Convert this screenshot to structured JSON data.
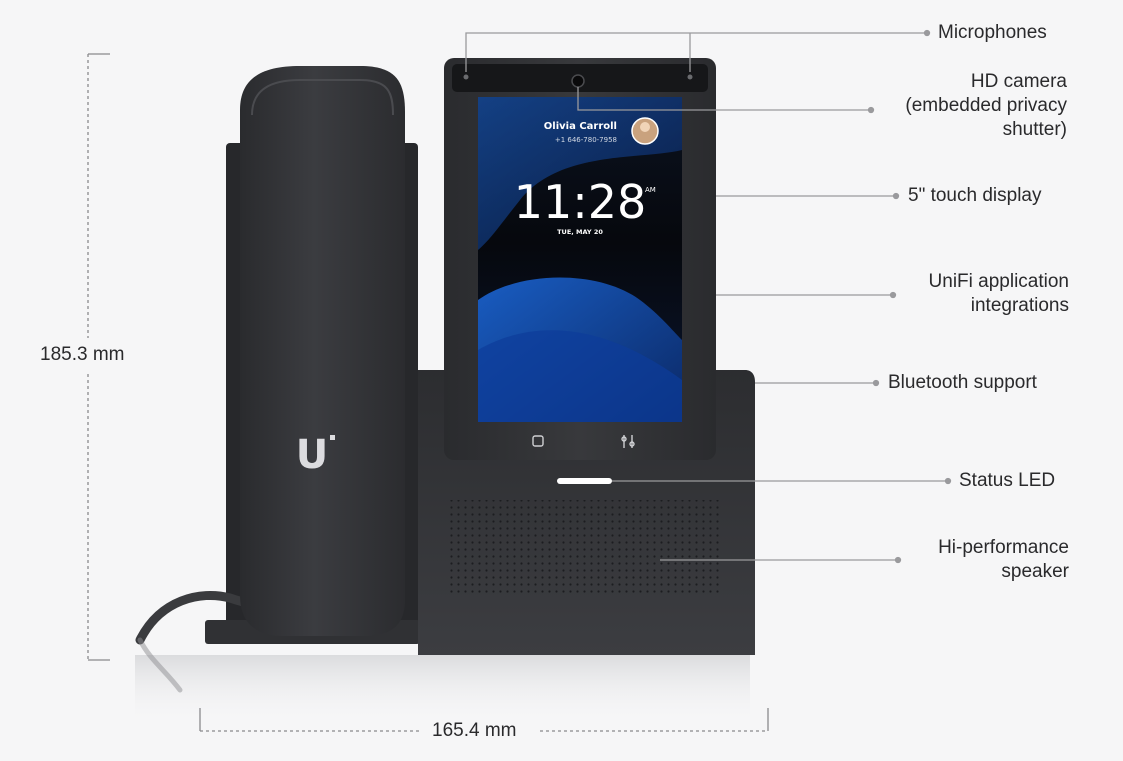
{
  "device": {
    "contact_name": "Olivia Carroll",
    "contact_phone": "+1 646-780-7958",
    "clock_time": "11:28",
    "clock_ampm": "AM",
    "clock_date": "TUE, MAY 20",
    "logo_text": "U"
  },
  "callouts": {
    "microphones": "Microphones",
    "hd_camera": "HD camera\n(embedded privacy\nshutter)",
    "touch_display": "5\" touch display",
    "unifi_integrations": "UniFi application\nintegrations",
    "bluetooth": "Bluetooth support",
    "status_led": "Status LED",
    "speaker": "Hi-performance\nspeaker"
  },
  "dimensions": {
    "height": "185.3 mm",
    "width": "165.4 mm"
  },
  "colors": {
    "background": "#f6f6f7",
    "device_body": "#2f3033",
    "screen_accent": "#1e6fd9",
    "led": "#ffffff",
    "callout_line": "#9a9a9d"
  }
}
